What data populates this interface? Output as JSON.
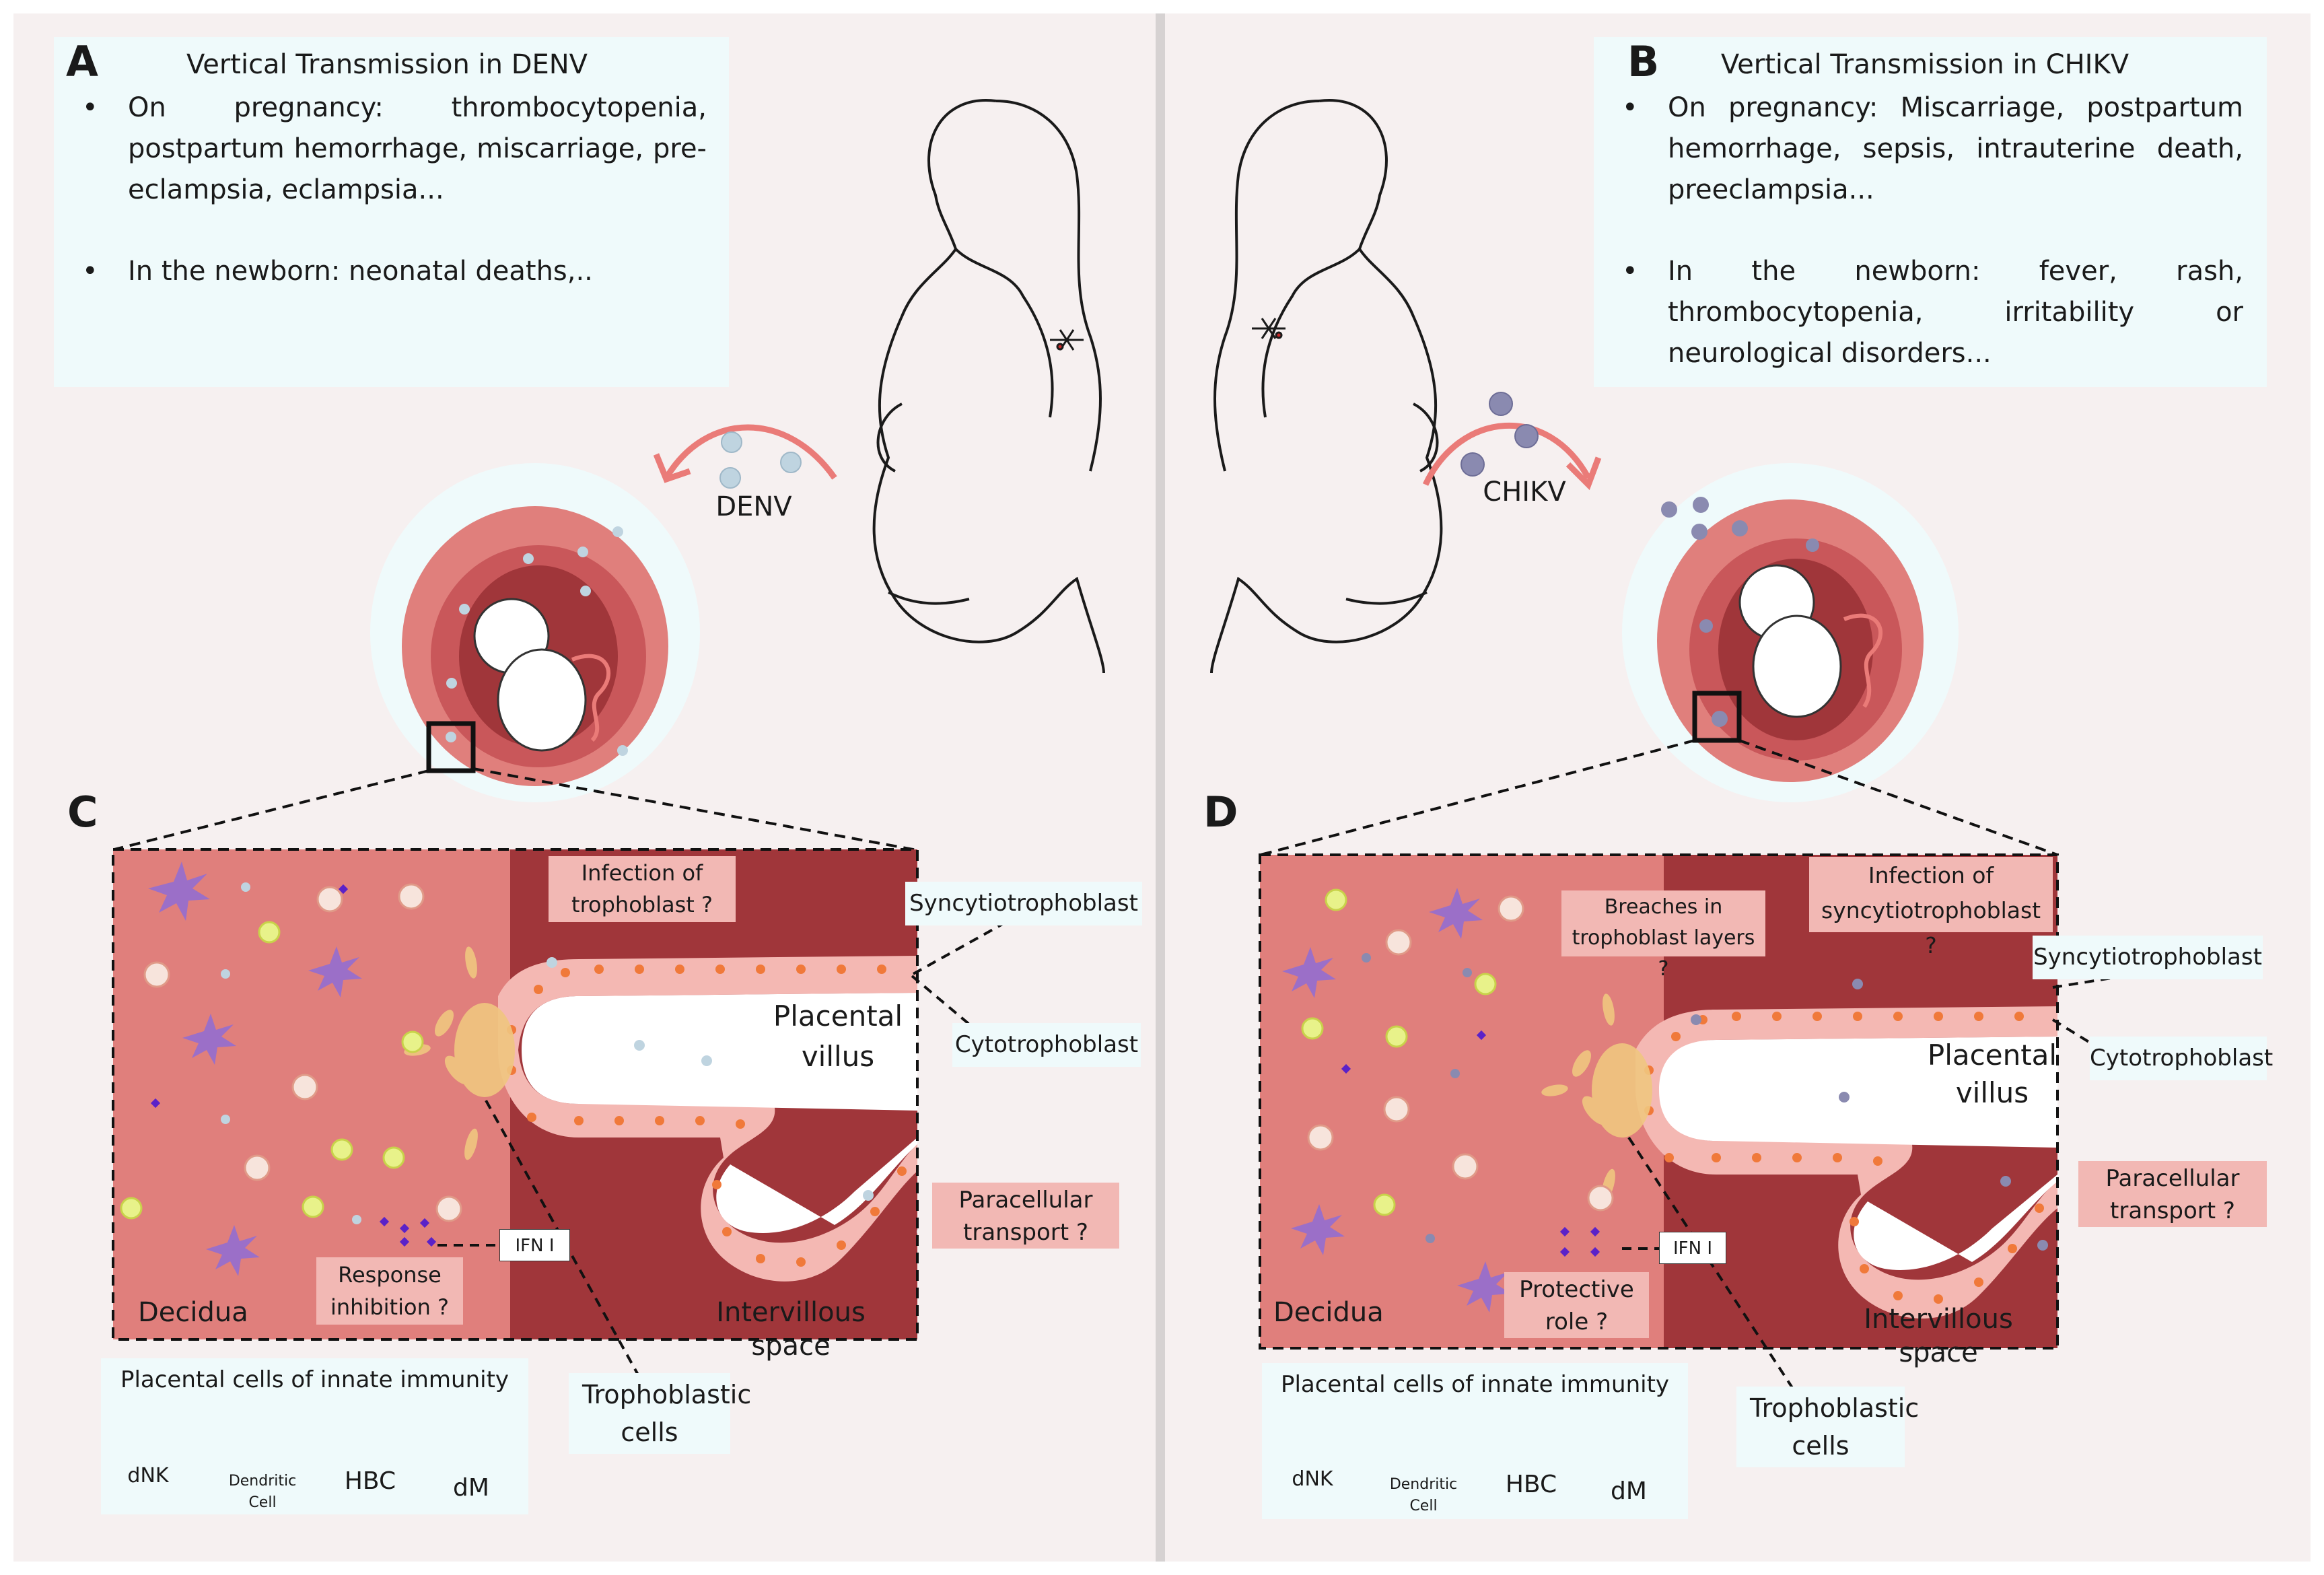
{
  "colors": {
    "background": "#f6f0f0",
    "info_box": "#effafb",
    "decidua": "#e07f7c",
    "intervillous": "#a0363a",
    "villus_border": "#f4b8b3",
    "note_box": "#f2b8b4",
    "arrow": "#ea7b78",
    "dnk": "#e8f28a",
    "dendritic": "#9b6fc8",
    "hbc": "#f0793a",
    "dm": "#f0b886",
    "ifn": "#5a22c8",
    "denv_particle": "#bfd4e0",
    "chikv_particle": "#8a8ab0"
  },
  "panel_a": {
    "letter": "A",
    "title": "Vertical Transmission in DENV",
    "bullets": [
      "On pregnancy: thrombocytopenia, postpartum hemorrhage, miscarriage, pre-eclampsia, eclampsia...",
      "In the newborn: neonatal deaths,.."
    ]
  },
  "panel_b": {
    "letter": "B",
    "title": "Vertical Transmission in CHIKV",
    "bullets": [
      "On pregnancy: Miscarriage, postpartum hemorrhage, sepsis, intrauterine death, preeclampsia...",
      "In the newborn: fever, rash, thrombocytopenia, irritability or neurological disorders..."
    ]
  },
  "virus_labels": {
    "denv": "DENV",
    "chikv": "CHIKV"
  },
  "panel_c": {
    "letter": "C",
    "infection_note": "Infection of trophoblast ?",
    "syncytio": "Syncytiotrophoblast",
    "cyto": "Cytotrophoblast",
    "villus": "Placental villus",
    "paracellular": "Paracellular transport ?",
    "ifn": "IFN I",
    "response": "Response inhibition ?",
    "decidua": "Decidua",
    "intervillous": "Intervillous space",
    "trophoblastic": "Trophoblastic cells"
  },
  "panel_d": {
    "letter": "D",
    "breaches": "Breaches in trophoblast layers ?",
    "infection_note": "Infection of syncytiotrophoblast ?",
    "syncytio": "Syncytiotrophoblast",
    "cyto": "Cytotrophoblast",
    "villus": "Placental villus",
    "paracellular": "Paracellular transport ?",
    "ifn": "IFN I",
    "protective": "Protective role ?",
    "decidua": "Decidua",
    "intervillous": "Intervillous space",
    "trophoblastic": "Trophoblastic cells"
  },
  "legend": {
    "title": "Placental cells of innate immunity",
    "items": [
      "dNK",
      "Dendritic Cell",
      "HBC",
      "dM"
    ]
  }
}
